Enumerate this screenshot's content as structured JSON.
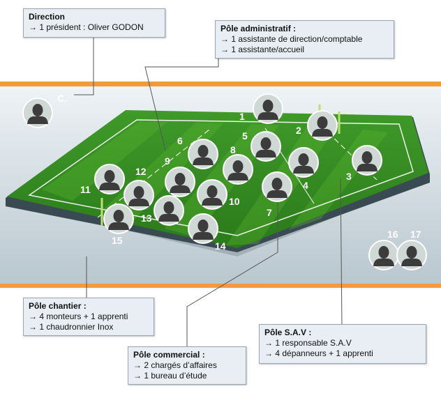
{
  "boxes": {
    "direction": {
      "title": "Direction",
      "lines": [
        "→ 1 président : Oliver GODON"
      ]
    },
    "administratif": {
      "title": "Pôle administratif :",
      "lines": [
        "→ 1 assistante de direction/comptable",
        "→ 1 assistante/accueil"
      ]
    },
    "chantier": {
      "title": "Pôle chantier :",
      "lines": [
        "→ 4 monteurs + 1 apprenti",
        "→ 1 chaudronnier Inox"
      ]
    },
    "commercial": {
      "title": "Pôle commercial :",
      "lines": [
        "→ 2 chargés d’affaires",
        "→ 1 bureau d’étude"
      ]
    },
    "sav": {
      "title": "Pôle S.A.V :",
      "lines": [
        "→ 1 responsable S.A.V",
        "→ 4  dépanneurs + 1 apprenti"
      ]
    }
  },
  "coach_label": "C.",
  "players": [
    "1",
    "2",
    "3",
    "4",
    "5",
    "6",
    "7",
    "8",
    "9",
    "10",
    "11",
    "12",
    "13",
    "14",
    "15"
  ],
  "substitutes": [
    "16",
    "17"
  ],
  "colors": {
    "band": "#f39a3c",
    "field_dark": "#2e8b1f",
    "field_light": "#59b52f",
    "avatar_bg": "#d0d8d6",
    "avatar_fg": "#3c3c3c",
    "box_bg": "#e8eef4"
  }
}
